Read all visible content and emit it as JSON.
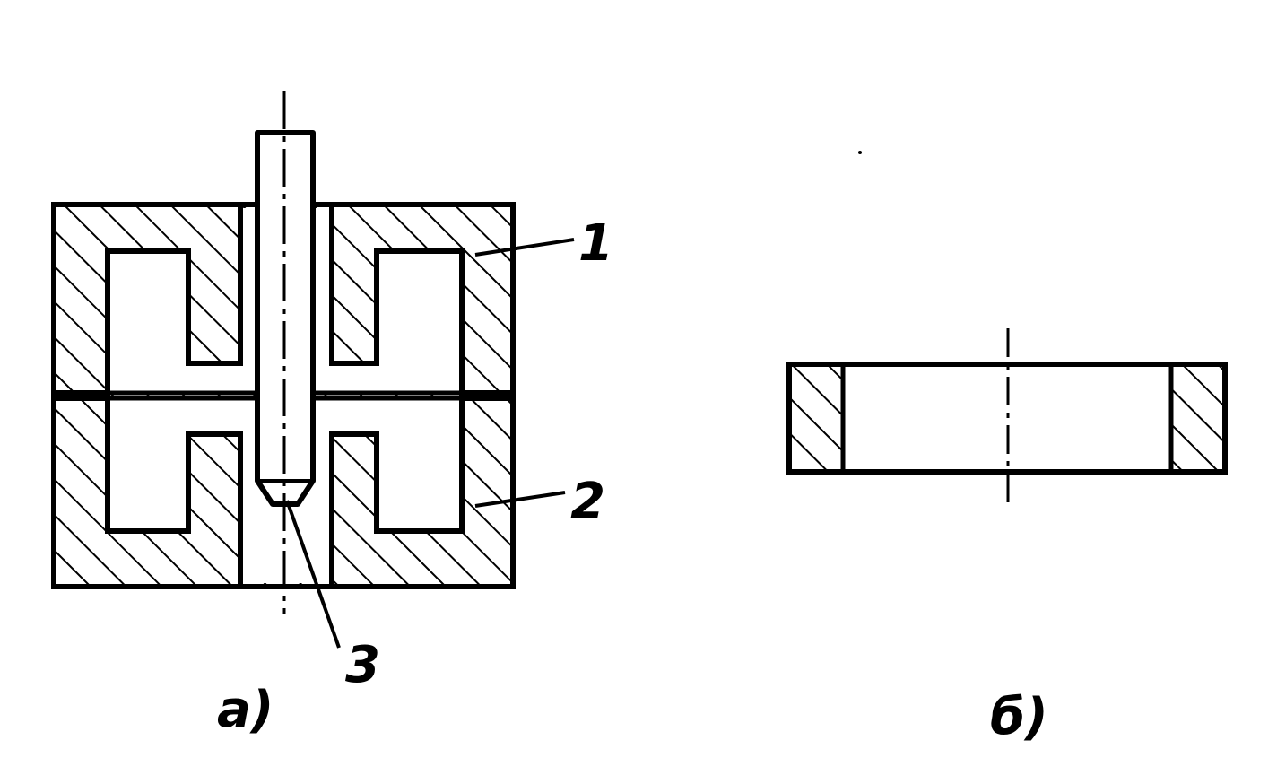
{
  "figure": {
    "ink_color": "#000000",
    "background_color": "#ffffff",
    "part_a": {
      "caption": "а)",
      "callouts": [
        {
          "id": "1",
          "text": "1"
        },
        {
          "id": "2",
          "text": "2"
        },
        {
          "id": "3",
          "text": "3"
        }
      ]
    },
    "part_b": {
      "caption": "б)"
    }
  }
}
